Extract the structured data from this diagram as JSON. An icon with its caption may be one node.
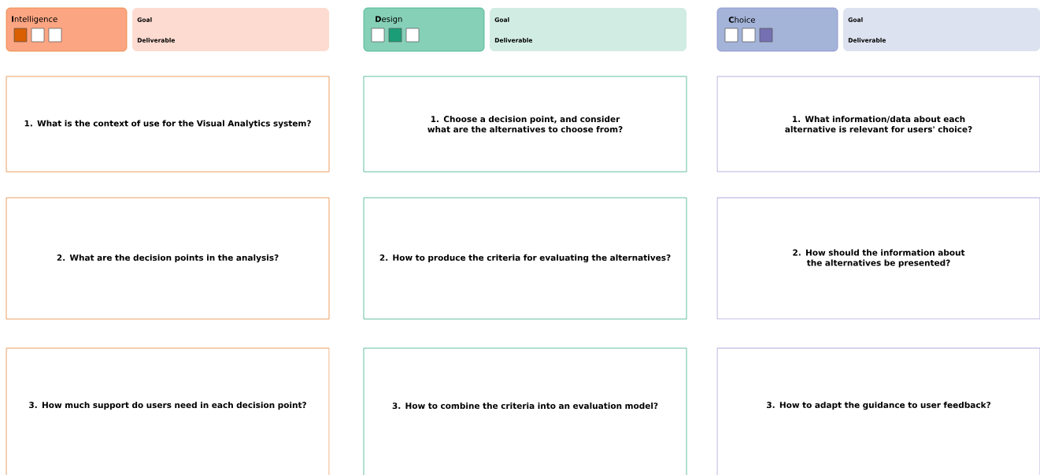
{
  "diagram": {
    "nodes": [
      {
        "text": [
          "**I**ntelligence"
        ]
      },
      {
        "text": [
          "Goal",
          "Deliverable"
        ]
      },
      {
        "text": [
          "**D**esign"
        ]
      },
      {
        "text": [
          "Goal",
          "Deliverable"
        ]
      },
      {
        "text": [
          "**C**hoice"
        ]
      },
      {
        "text": [
          "Goal",
          "Deliverable"
        ]
      },
      {
        "text": [
          "1. What is the context of use for the Visual Analytics system?"
        ]
      },
      {
        "text": [
          "1. Choose a decision point, and consider what are the alternatives to choose from?"
        ]
      },
      {
        "text": [
          "1. What information/data about each alternative is relevant for users' choice?"
        ]
      },
      {
        "text": [
          "2. What are the decision points in the analysis?"
        ]
      },
      {
        "text": [
          "2. How to produce the criteria for evaluating the alternatives?"
        ]
      },
      {
        "text": [
          "2. How should the information about the alternatives be presented?"
        ]
      },
      {
        "text": [
          "3. How much support do users need in each decision point?"
        ]
      },
      {
        "text": [
          "3. How to combine the criteria into an evaluation model?"
        ]
      },
      {
        "text": [
          "3. How to adapt the guidance to user feedback?"
        ]
      }
    ]
  }
}
